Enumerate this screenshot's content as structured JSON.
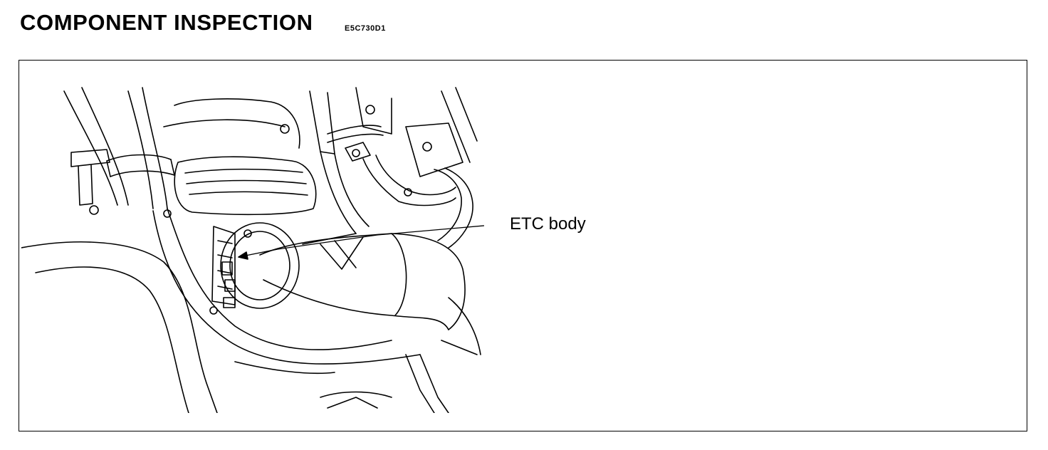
{
  "page": {
    "title": "COMPONENT INSPECTION",
    "code": "E5C730D1"
  },
  "figure": {
    "callout_label": "ETC body"
  }
}
